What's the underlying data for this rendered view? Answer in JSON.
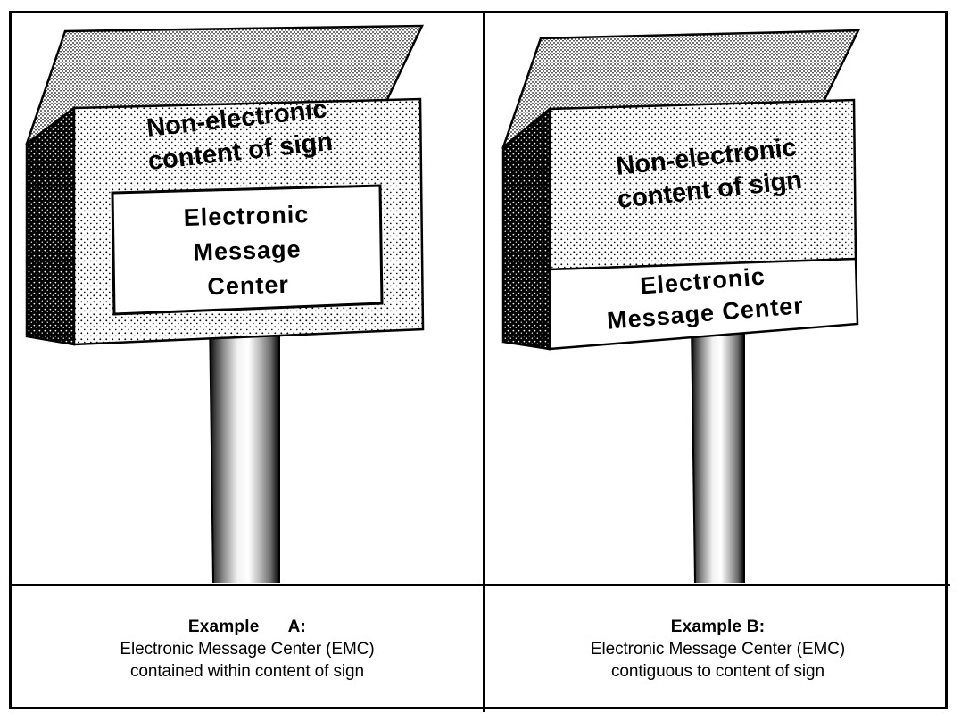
{
  "figure": {
    "title": "Electronic Message Center sign examples",
    "border_color": "#000000",
    "background_color": "#ffffff"
  },
  "panels": [
    {
      "id": "example-a",
      "sign": {
        "face_label_lines": [
          "Non-electronic",
          "content of sign"
        ],
        "emc_label_lines": [
          "Electronic",
          "Message",
          "Center"
        ],
        "emc_placement": "inset-box-within-sign-face",
        "side_face_color": "#000000",
        "front_face_fill": "stipple-light",
        "top_face_fill": "stipple-medium",
        "emc_box_fill": "#ffffff",
        "post_style": "cylindrical-gradient"
      },
      "caption": {
        "heading": "Example      A:",
        "line1": "Electronic Message Center (EMC)",
        "line2": "contained within content of sign"
      }
    },
    {
      "id": "example-b",
      "sign": {
        "face_label_lines": [
          "Non-electronic",
          "content of sign"
        ],
        "emc_label_lines": [
          "Electronic",
          "Message Center"
        ],
        "emc_placement": "contiguous-band-below-sign-face",
        "side_face_color": "#000000",
        "front_face_fill": "stipple-light",
        "top_face_fill": "stipple-medium",
        "emc_box_fill": "#ffffff",
        "post_style": "cylindrical-gradient"
      },
      "caption": {
        "heading": "Example B:",
        "line1": "Electronic Message Center (EMC)",
        "line2": "contiguous to content of sign"
      }
    }
  ]
}
